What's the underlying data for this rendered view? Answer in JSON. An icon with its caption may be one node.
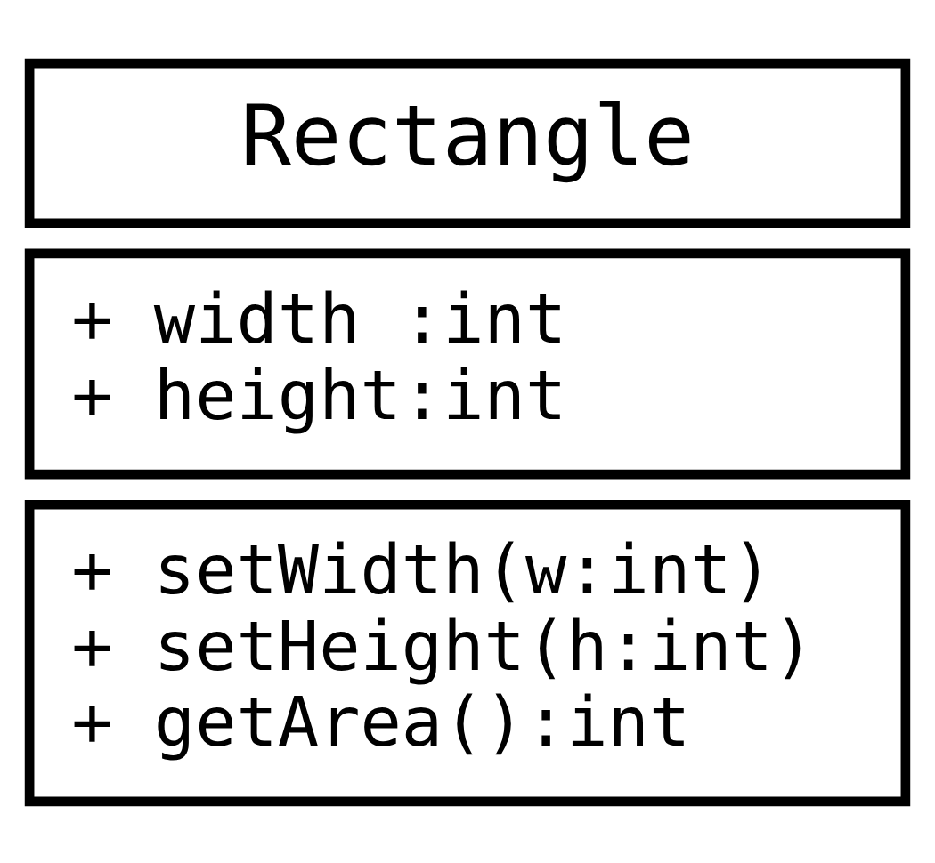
{
  "diagram": {
    "nodes": [
      {
        "text": [
          "Rectangle"
        ]
      },
      {
        "text": [
          "+ width :int",
          "+ height:int"
        ]
      },
      {
        "text": [
          "+ setWidth(w:int)",
          "+ setHeight(h:int)",
          "+ getArea():int"
        ]
      }
    ]
  }
}
